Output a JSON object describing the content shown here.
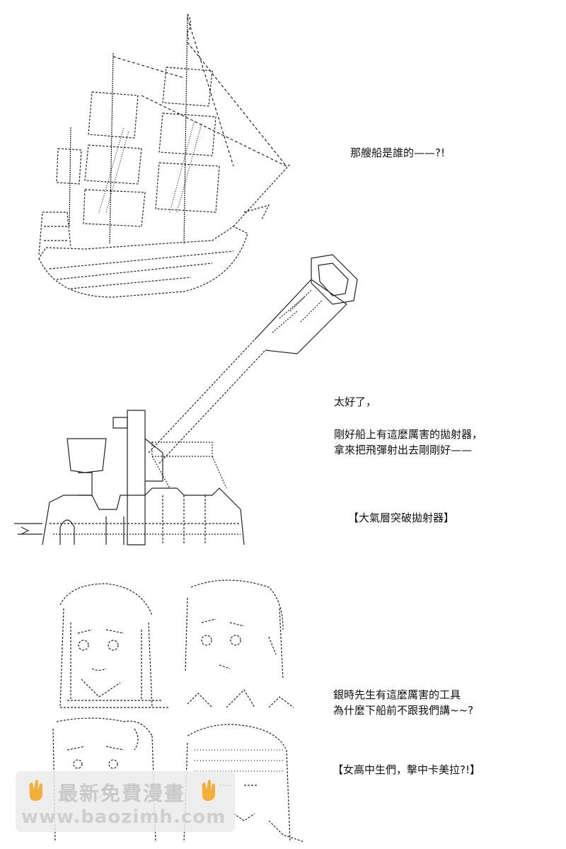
{
  "texts": {
    "ship_caption": "那艘船是誰的——?!",
    "cannon_line1": "太好了，",
    "cannon_line2": "剛好船上有這麼厲害的拋射器，",
    "cannon_line3": "拿來把飛彈射出去剛剛好——",
    "cannon_label": "【大氣層突破拋射器】",
    "girls_line1": "銀時先生有這麼厲害的工具",
    "girls_line2": "為什麼下船前不跟我們講~~?",
    "girls_label": "【女高中生們，擊中卡美拉?!】"
  },
  "watermark": {
    "line1": "最新免費漫畫",
    "line2": "www.baozimh.com"
  },
  "colors": {
    "ink": "#111111",
    "watermark_hand": "#f5a623"
  }
}
